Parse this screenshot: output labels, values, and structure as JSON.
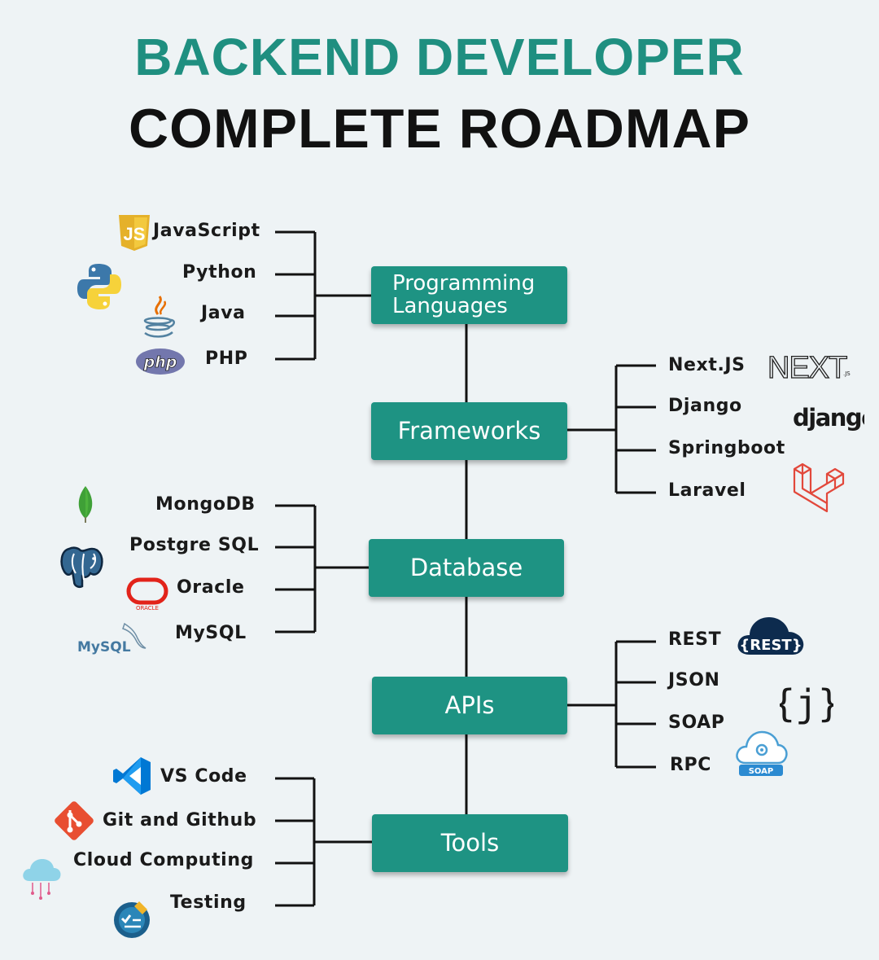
{
  "header": {
    "title_line1": "BACKEND DEVELOPER",
    "title_line2": "COMPLETE ROADMAP"
  },
  "colors": {
    "accent": "#1f8f80",
    "node_fill": "#1e9383",
    "line": "#111111",
    "text": "#1a1a1a"
  },
  "nodes": {
    "programming_line1": "Programming",
    "programming_line2": "Languages",
    "frameworks": "Frameworks",
    "database": "Database",
    "apis": "APIs",
    "tools": "Tools"
  },
  "branches": {
    "programming_languages": [
      "JavaScript",
      "Python",
      "Java",
      "PHP"
    ],
    "frameworks": [
      "Next.JS",
      "Django",
      "Springboot",
      "Laravel"
    ],
    "database": [
      "MongoDB",
      "Postgre SQL",
      "Oracle",
      "MySQL"
    ],
    "apis": [
      "REST",
      "JSON",
      "SOAP",
      "RPC"
    ],
    "tools": [
      "VS Code",
      "Git and Github",
      "Cloud Computing",
      "Testing"
    ]
  },
  "logos": {
    "js": "JS",
    "php": "php",
    "next": "NEXT",
    "next_sub": ".JS",
    "django": "django",
    "oracle": "ORACLE",
    "mysql": "MySQL",
    "rest": "{REST}",
    "json": "{j}",
    "soap": "SOAP"
  },
  "icon_names": [
    "js-icon",
    "python-icon",
    "java-icon",
    "php-icon",
    "nextjs-icon",
    "django-icon",
    "laravel-icon",
    "mongodb-icon",
    "postgresql-icon",
    "oracle-icon",
    "mysql-icon",
    "rest-icon",
    "json-icon",
    "soap-icon",
    "vscode-icon",
    "git-icon",
    "cloud-icon",
    "testing-icon"
  ]
}
